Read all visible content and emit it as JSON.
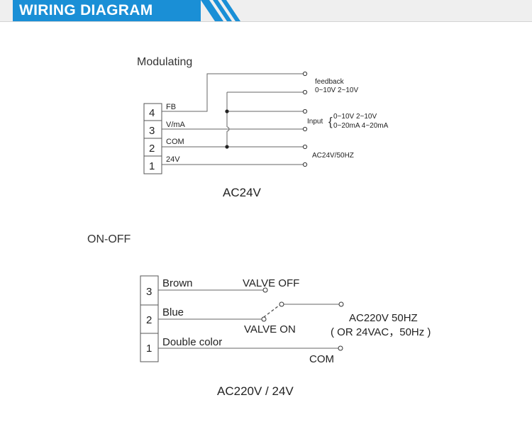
{
  "header": {
    "title": "WIRING DIAGRAM",
    "accent_color": "#1a8fd6"
  },
  "modulating": {
    "title": "Modulating",
    "caption": "AC24V",
    "pins": [
      "4",
      "3",
      "2",
      "1"
    ],
    "wires": [
      "FB",
      "V/mA",
      "COM",
      "24V"
    ],
    "feedback_label": "feedback",
    "feedback_range": "0~10V 2~10V",
    "input_label": "Input",
    "input_range_1": "0~10V 2~10V",
    "input_range_2": "0~20mA 4~20mA",
    "supply_label": "AC24V/50HZ"
  },
  "onoff": {
    "title": "ON-OFF",
    "caption": "AC220V / 24V",
    "pins": [
      "3",
      "2",
      "1"
    ],
    "wires": [
      "Brown",
      "Blue",
      "Double color"
    ],
    "valve_off": "VALVE OFF",
    "valve_on": "VALVE ON",
    "supply_label": "AC220V 50HZ",
    "supply_alt": "( OR 24VAC，50Hz )",
    "com_label": "COM"
  }
}
